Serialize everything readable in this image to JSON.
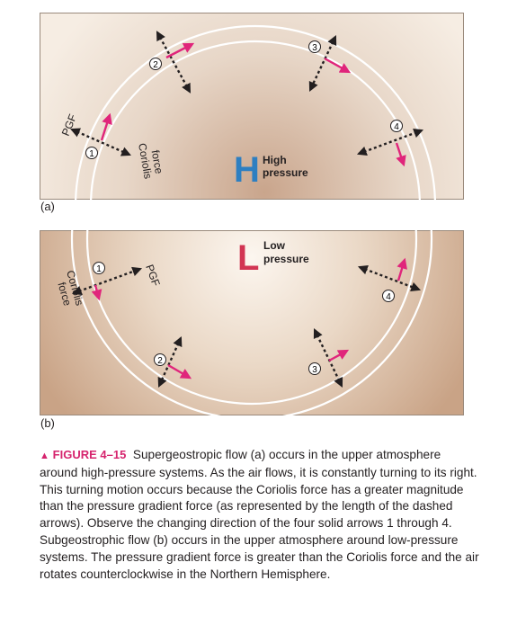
{
  "panel_a": {
    "label": "(a)",
    "center_letter": "H",
    "center_text_1": "High",
    "center_text_2": "pressure",
    "pgf_label": "PGF",
    "coriolis_1": "Coriolis",
    "coriolis_2": "force",
    "markers": [
      "1",
      "2",
      "3",
      "4"
    ]
  },
  "panel_b": {
    "label": "(b)",
    "center_letter": "L",
    "center_text_1": "Low",
    "center_text_2": "pressure",
    "pgf_label": "PGF",
    "coriolis_1": "Coriolis",
    "coriolis_2": "force",
    "markers": [
      "1",
      "2",
      "3",
      "4"
    ]
  },
  "colors": {
    "background_center_a": "#cba78f",
    "background_center_b": "#fbf4ec",
    "background_edge_b": "#c9a386",
    "high_letter": "#2e7fc1",
    "low_letter": "#d23553",
    "solid_arrow": "#e0257b",
    "dashed_arrow": "#231f20",
    "isobar": "#ffffff"
  },
  "caption": {
    "figure_label": "FIGURE 4–15",
    "text": "Supergeostropic flow (a) occurs in the upper atmosphere around high-pressure systems. As the air flows, it is constantly turning to its right. This turning motion occurs because the Coriolis force has a greater magnitude than the pressure gradient force (as represented by the length of the dashed arrows). Observe the changing direction of the four solid arrows 1 through 4. Subgeostrophic flow (b) occurs in the upper atmosphere around low-pressure systems. The pressure gradient force is greater than the Coriolis force and the air rotates counterclockwise in the Northern Hemisphere."
  }
}
